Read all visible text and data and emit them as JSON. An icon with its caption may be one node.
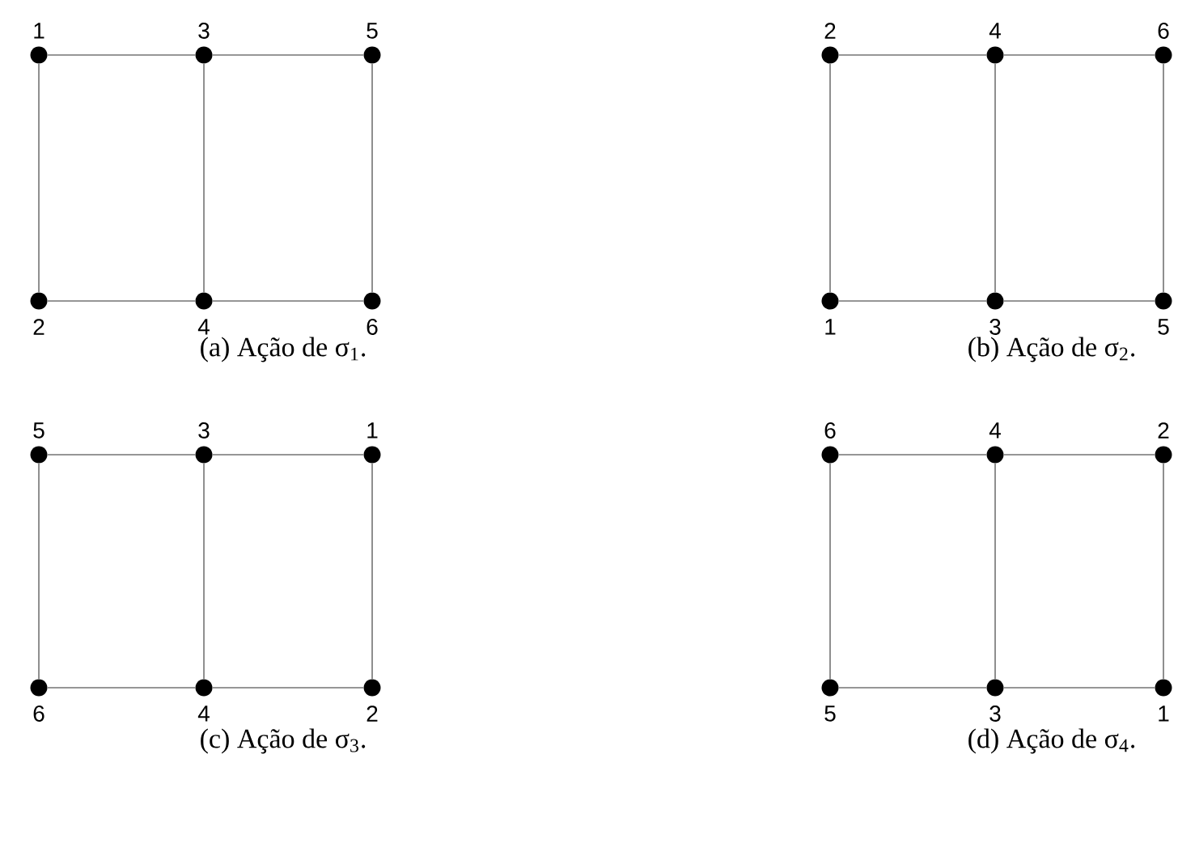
{
  "diagram": {
    "nodes": [
      {
        "text": [],
        "shape": "circle",
        "beside": [
          "1"
        ]
      },
      {
        "text": [],
        "shape": "circle",
        "beside": [
          "3"
        ]
      },
      {
        "text": [],
        "shape": "circle",
        "beside": [
          "5"
        ]
      },
      {
        "text": [],
        "shape": "circle",
        "beside": [
          "2"
        ]
      },
      {
        "text": [],
        "shape": "circle",
        "beside": [
          "4"
        ]
      },
      {
        "text": [],
        "shape": "circle",
        "beside": [
          "6"
        ]
      },
      {
        "text": [],
        "shape": "circle",
        "beside": [
          "2"
        ]
      },
      {
        "text": [],
        "shape": "circle",
        "beside": [
          "4"
        ]
      },
      {
        "text": [],
        "shape": "circle",
        "beside": [
          "6"
        ]
      },
      {
        "text": [],
        "shape": "circle",
        "beside": [
          "1"
        ]
      },
      {
        "text": [],
        "shape": "circle",
        "beside": [
          "3"
        ]
      },
      {
        "text": [],
        "shape": "circle",
        "beside": [
          "5"
        ]
      },
      {
        "text": [],
        "shape": "circle",
        "beside": [
          "5"
        ]
      },
      {
        "text": [],
        "shape": "circle",
        "beside": [
          "3"
        ]
      },
      {
        "text": [],
        "shape": "circle",
        "beside": [
          "1"
        ]
      },
      {
        "text": [],
        "shape": "circle",
        "beside": [
          "6"
        ]
      },
      {
        "text": [],
        "shape": "circle",
        "beside": [
          "4"
        ]
      },
      {
        "text": [],
        "shape": "circle",
        "beside": [
          "2"
        ]
      },
      {
        "text": [],
        "shape": "circle",
        "beside": [
          "6"
        ]
      },
      {
        "text": [],
        "shape": "circle",
        "beside": [
          "4"
        ]
      },
      {
        "text": [],
        "shape": "circle",
        "beside": [
          "2"
        ]
      },
      {
        "text": [],
        "shape": "circle",
        "beside": [
          "5"
        ]
      },
      {
        "text": [],
        "shape": "circle",
        "beside": [
          "3"
        ]
      },
      {
        "text": [],
        "shape": "circle",
        "beside": [
          "1"
        ]
      }
    ],
    "edges": [
      {
        "from": 0,
        "to": 1,
        "arrow": "none"
      },
      {
        "from": 1,
        "to": 2,
        "arrow": "none"
      },
      {
        "from": 0,
        "to": 3,
        "arrow": "none"
      },
      {
        "from": 1,
        "to": 4,
        "arrow": "none"
      },
      {
        "from": 2,
        "to": 5,
        "arrow": "none"
      },
      {
        "from": 3,
        "to": 4,
        "arrow": "none"
      },
      {
        "from": 4,
        "to": 5,
        "arrow": "none"
      },
      {
        "from": 6,
        "to": 7,
        "arrow": "none"
      },
      {
        "from": 7,
        "to": 8,
        "arrow": "none"
      },
      {
        "from": 6,
        "to": 9,
        "arrow": "none"
      },
      {
        "from": 7,
        "to": 10,
        "arrow": "none"
      },
      {
        "from": 8,
        "to": 11,
        "arrow": "none"
      },
      {
        "from": 9,
        "to": 10,
        "arrow": "none"
      },
      {
        "from": 10,
        "to": 11,
        "arrow": "none"
      },
      {
        "from": 12,
        "to": 13,
        "arrow": "none"
      },
      {
        "from": 13,
        "to": 14,
        "arrow": "none"
      },
      {
        "from": 12,
        "to": 15,
        "arrow": "none"
      },
      {
        "from": 13,
        "to": 16,
        "arrow": "none"
      },
      {
        "from": 14,
        "to": 17,
        "arrow": "none"
      },
      {
        "from": 15,
        "to": 16,
        "arrow": "none"
      },
      {
        "from": 16,
        "to": 17,
        "arrow": "none"
      },
      {
        "from": 18,
        "to": 19,
        "arrow": "none"
      },
      {
        "from": 19,
        "to": 20,
        "arrow": "none"
      },
      {
        "from": 18,
        "to": 21,
        "arrow": "none"
      },
      {
        "from": 19,
        "to": 22,
        "arrow": "none"
      },
      {
        "from": 20,
        "to": 23,
        "arrow": "none"
      },
      {
        "from": 21,
        "to": 22,
        "arrow": "none"
      },
      {
        "from": 22,
        "to": 23,
        "arrow": "none"
      }
    ],
    "labels": [
      "(a)  Ação de σ$_{1}$.",
      "(b)  Ação de σ$_{2}$.",
      "(c)  Ação de σ$_{3}$.",
      "(d)  Ação de σ$_{4}$."
    ]
  }
}
